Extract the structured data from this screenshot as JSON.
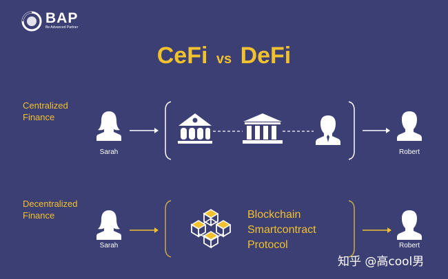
{
  "logo": {
    "name": "BAP",
    "tagline": "Be Advanced Partner"
  },
  "title": {
    "left": "CeFi",
    "middle": "vs",
    "right": "DeFi"
  },
  "centralized": {
    "label_line1": "Centralized",
    "label_line2": "Finance",
    "sender": "Sarah",
    "receiver": "Robert"
  },
  "decentralized": {
    "label_line1": "Decentralized",
    "label_line2": "Finance",
    "sender": "Sarah",
    "receiver": "Robert",
    "protocol_lines": [
      "Blockchain",
      "Smartcontract",
      "Protocol"
    ]
  },
  "watermark": "知乎 @高cool男",
  "colors": {
    "background": "#3b3f74",
    "accent": "#f2c12e",
    "bracket": "#c9a94a",
    "white": "#ffffff"
  }
}
